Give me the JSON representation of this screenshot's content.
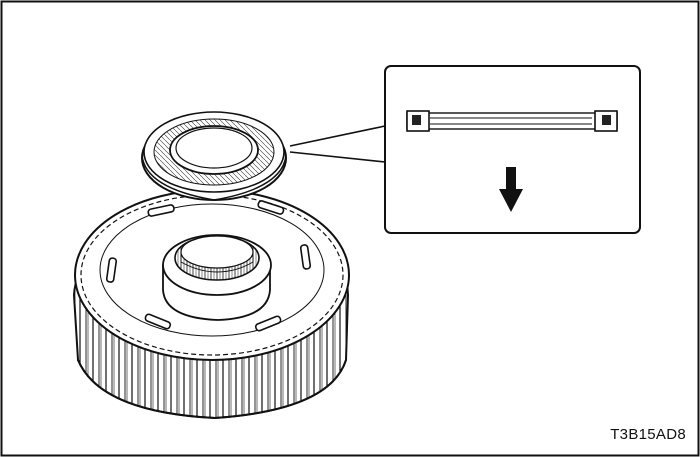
{
  "figure": {
    "code": "T3B15AD8",
    "colors": {
      "stroke": "#111111",
      "fill": "#ffffff",
      "shade": "#d9d9d9",
      "dark": "#222222"
    },
    "parts": [
      "clutch-drum",
      "thrust-bearing",
      "detail-inset",
      "down-arrow-icon"
    ]
  }
}
